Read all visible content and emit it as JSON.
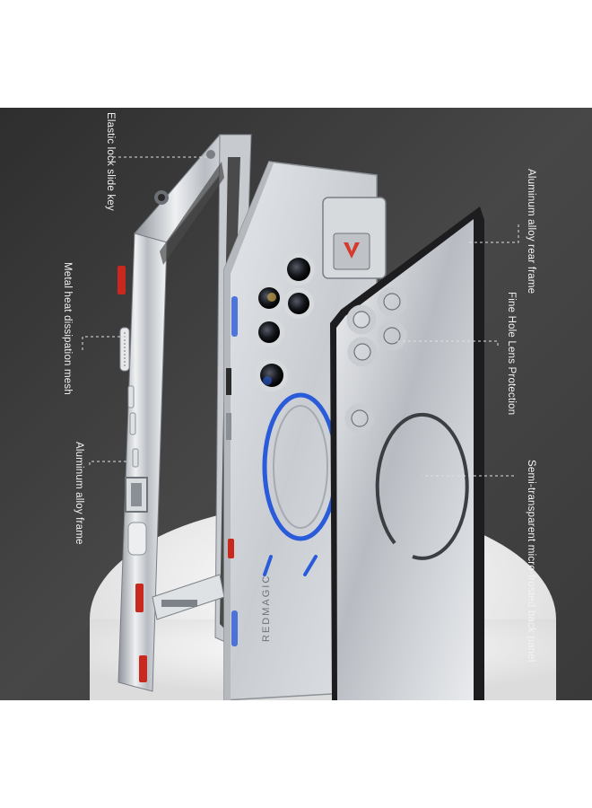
{
  "labels": {
    "elastic_lock": "Elastic lock slide key",
    "heat_mesh": "Metal heat dissipation mesh",
    "alloy_frame": "Aluminum alloy frame",
    "rear_frame": "Aluminum alloy rear frame",
    "lens_protection": "Fine Hole Lens Protection",
    "back_panel": "Semi-transparent micro-frosted back panel",
    "phone_brand": "REDMAGIC"
  },
  "colors": {
    "background_dark": "#3c3c3c",
    "accent_red": "#c8281e",
    "accent_blue": "#2a5bd8",
    "silver": "#cfd3d8"
  }
}
